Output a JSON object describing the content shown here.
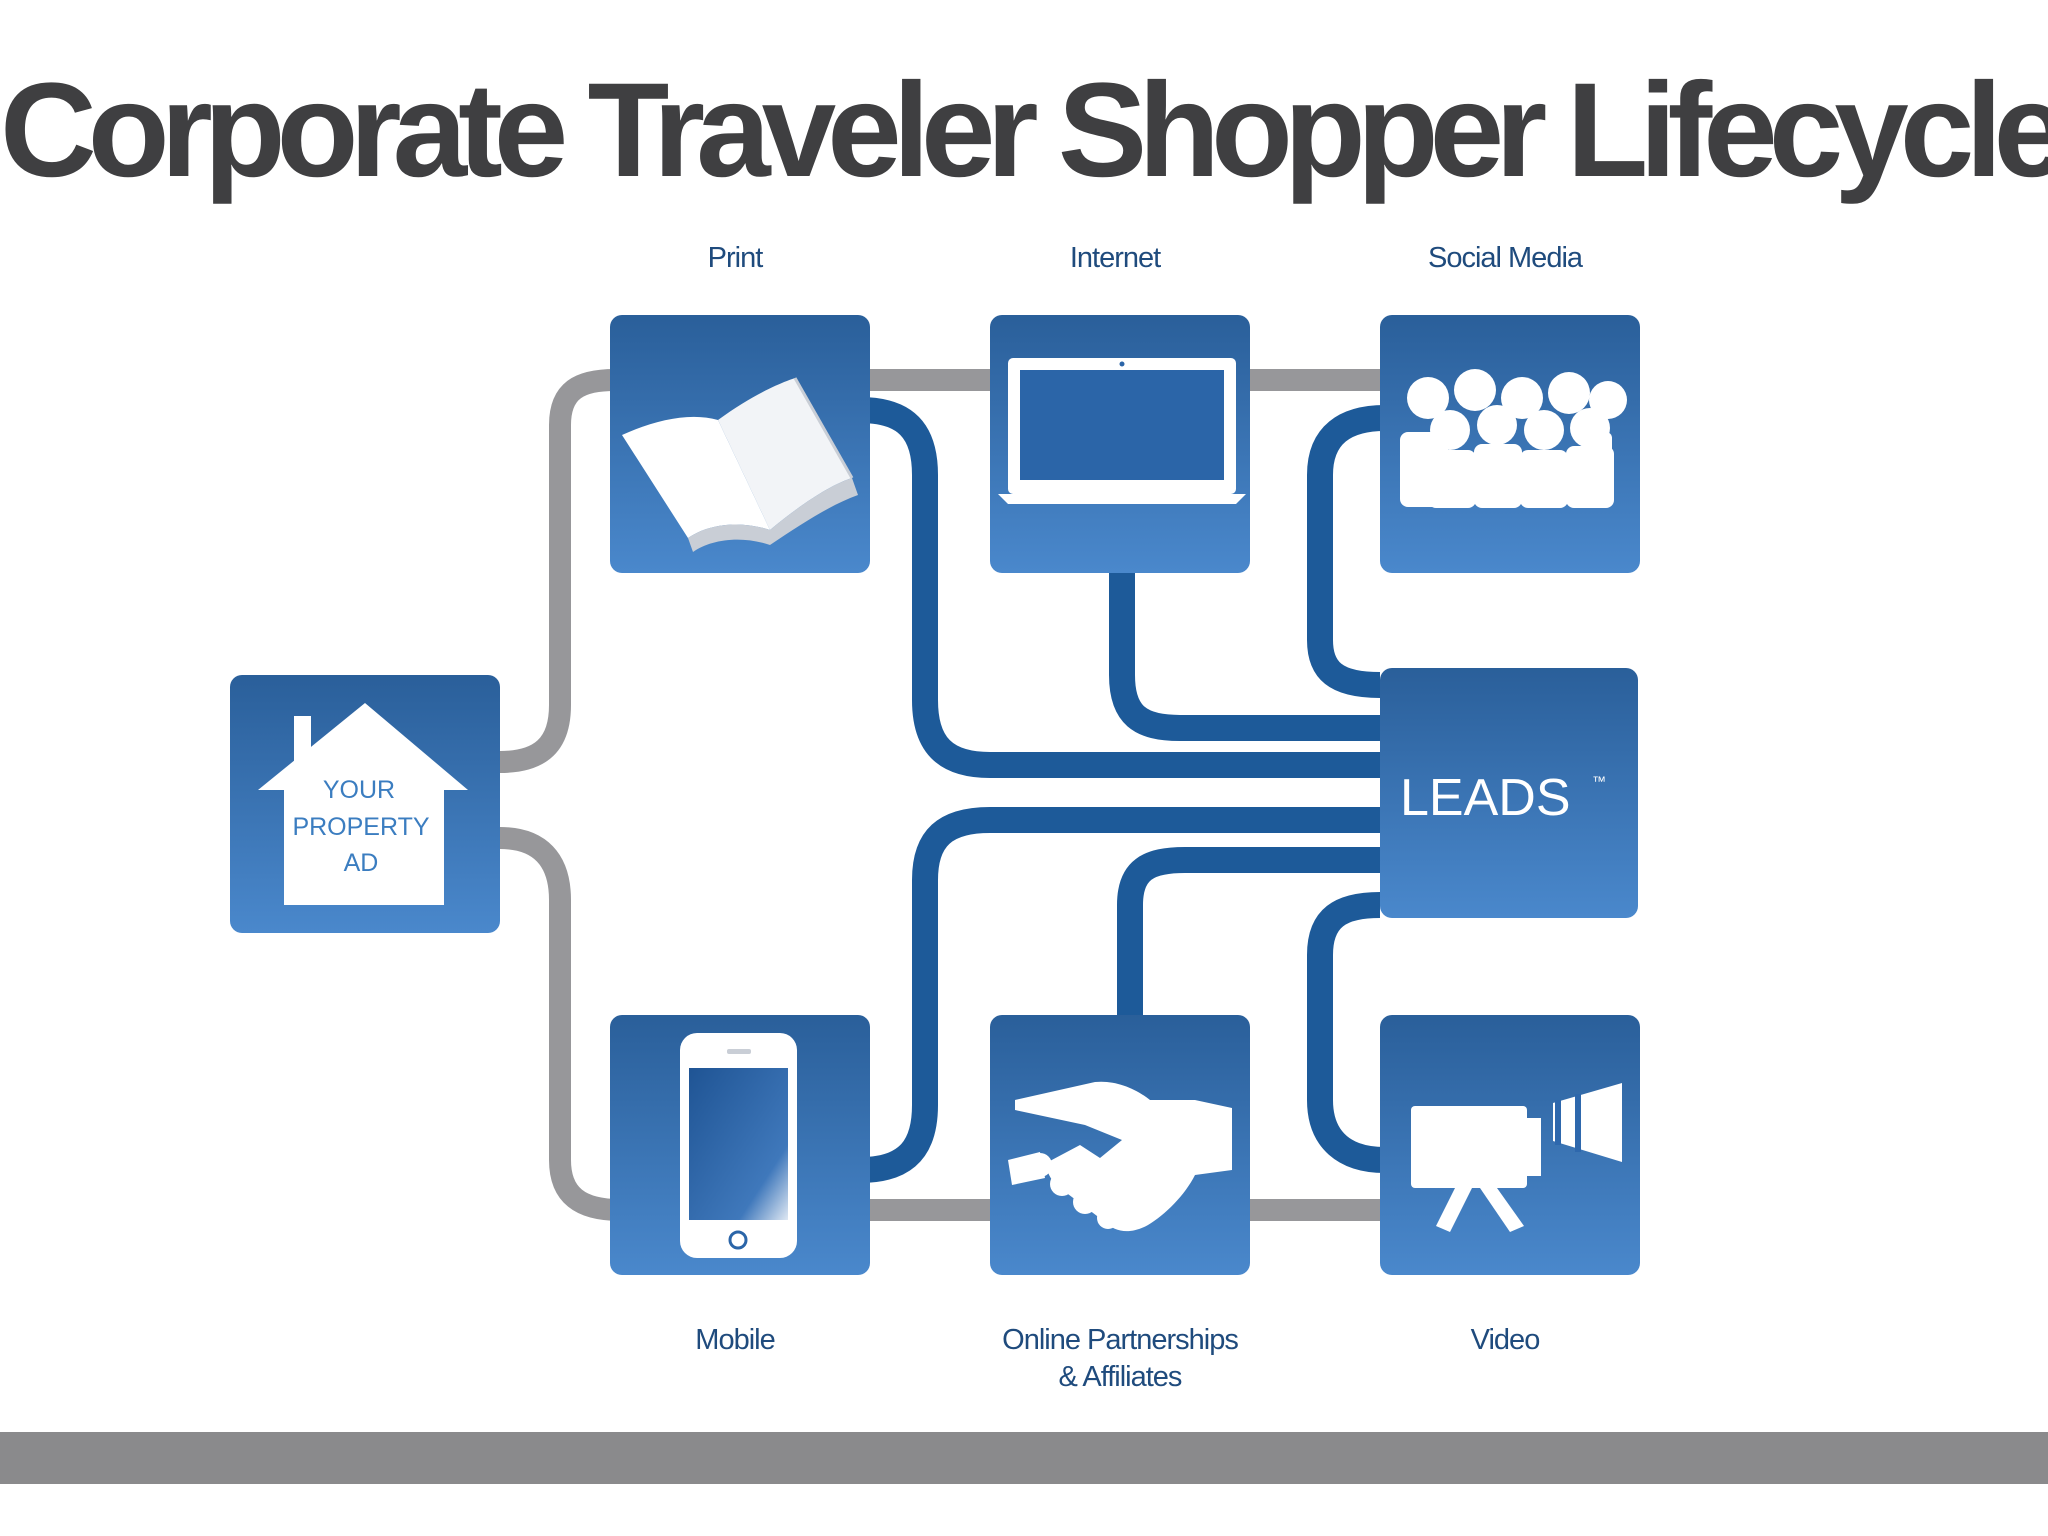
{
  "title": "Corporate Traveler Shopper Lifecycle",
  "colors": {
    "title": "#3f3f41",
    "box_top": "#2a5f9a",
    "box_bottom": "#4a88cc",
    "blue_pipe": "#1d5a99",
    "gray_pipe": "#97979a",
    "label": "#1f4b7d",
    "footer": "#8a8a8c"
  },
  "diagram": {
    "source": {
      "lines": [
        "YOUR",
        "PROPERTY",
        "AD"
      ],
      "icon": "house-icon"
    },
    "target": {
      "label": "LEADS",
      "trademark": "™"
    },
    "channels": [
      {
        "id": "print",
        "label": "Print",
        "icon": "open-book-icon"
      },
      {
        "id": "internet",
        "label": "Internet",
        "icon": "laptop-icon"
      },
      {
        "id": "social",
        "label": "Social Media",
        "icon": "people-group-icon"
      },
      {
        "id": "mobile",
        "label": "Mobile",
        "icon": "smartphone-icon"
      },
      {
        "id": "partners",
        "label_line1": "Online Partnerships",
        "label_line2": "& Affiliates",
        "icon": "handshake-icon"
      },
      {
        "id": "video",
        "label": "Video",
        "icon": "video-camera-icon"
      }
    ]
  }
}
